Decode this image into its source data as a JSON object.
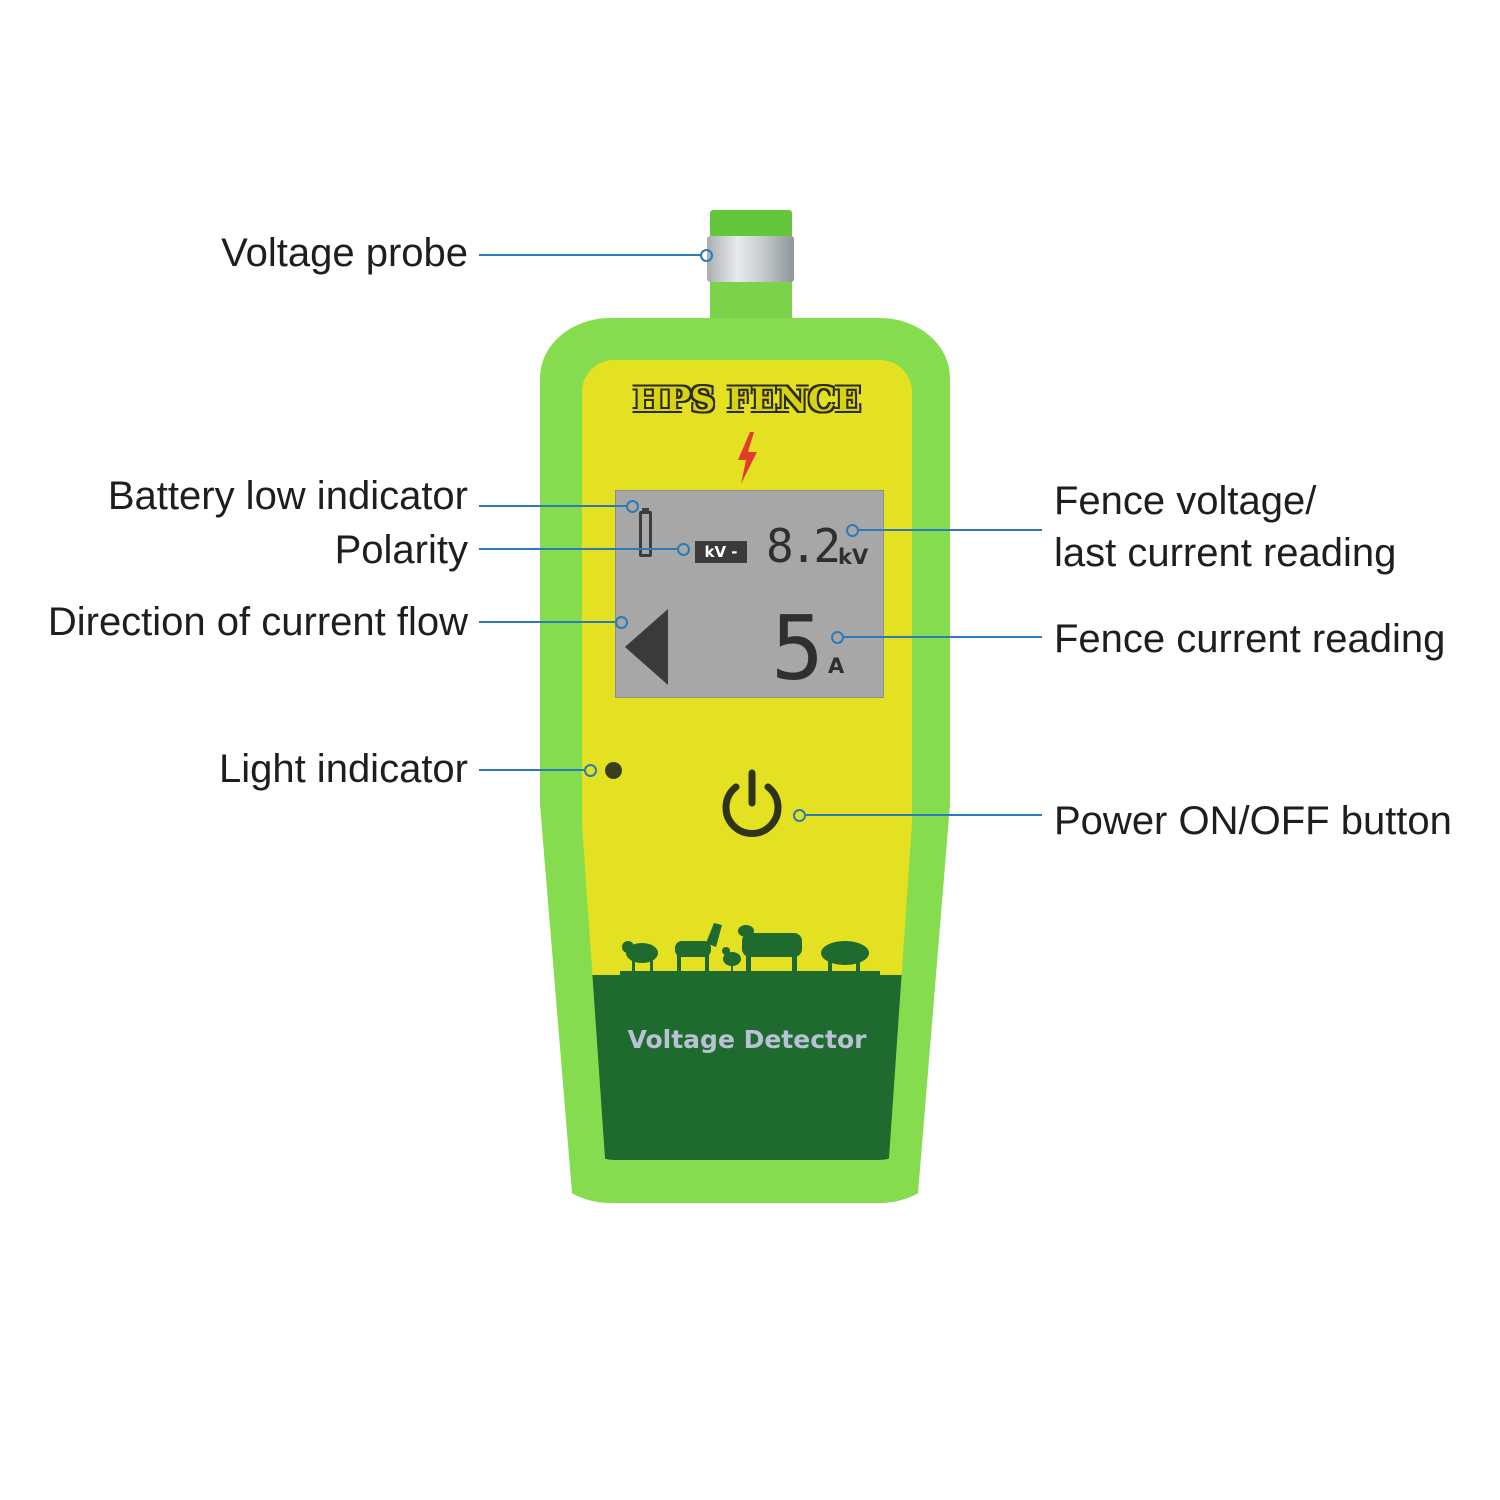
{
  "device": {
    "brand": "HPS FENCE",
    "model": "Voltage Detector",
    "display": {
      "polarity": "kV -",
      "voltage_value": "8.2",
      "voltage_unit": "kV",
      "current_value": "5",
      "current_unit": "A"
    }
  },
  "labels": {
    "voltage_probe": "Voltage probe",
    "battery_low": "Battery low indicator",
    "polarity": "Polarity",
    "direction": "Direction of current flow",
    "light_indicator": "Light indicator",
    "fence_voltage_line1": "Fence voltage/",
    "fence_voltage_line2": "last current reading",
    "fence_current": "Fence current reading",
    "power_button": "Power ON/OFF button"
  },
  "colors": {
    "leader": "#2a7bb8",
    "body_green": "#86dc4f",
    "face_yellow": "#e4e022",
    "dark_green": "#1f6a2e",
    "lcd_gray": "#a7a7a7"
  }
}
